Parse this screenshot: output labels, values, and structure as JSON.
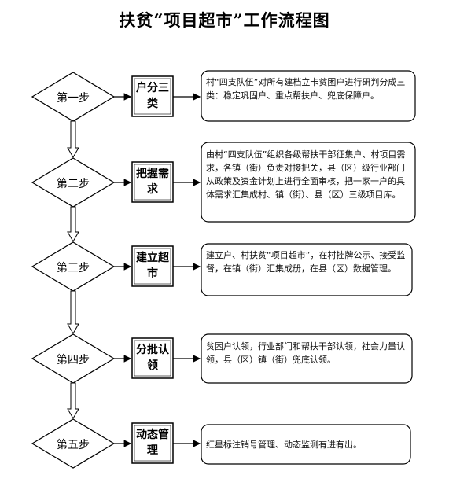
{
  "title": "扶贫“项目超市”工作流程图",
  "steps": [
    {
      "step": "第一步",
      "phase": "户分三类",
      "desc": "村“四支队伍”对所有建档立卡贫困户进行研判分成三类：稳定巩固户、重点帮扶户、兜底保障户。"
    },
    {
      "step": "第二步",
      "phase": "把握需求",
      "desc": "由村“四支队伍”组织各级帮扶干部征集户、村项目需求，各镇（街）负责对接把关，县（区）级行业部门从政策及资金计划上进行全面审核，把一家一户的具体需求汇集成村、镇（街）、县（区）三级项目库。"
    },
    {
      "step": "第三步",
      "phase": "建立超市",
      "desc": "建立户、村扶贫“项目超市”，在村挂牌公示、接受监督，在镇（街）汇集成册，在县（区）数据管理。"
    },
    {
      "step": "第四步",
      "phase": "分批认领",
      "desc": "贫困户认领，行业部门和帮扶干部认领，社会力量认领，县（区）镇（街）兜底认领。"
    },
    {
      "step": "第五步",
      "phase": "动态管理",
      "desc": "红星标注销号管理、动态监测有进有出。"
    }
  ]
}
